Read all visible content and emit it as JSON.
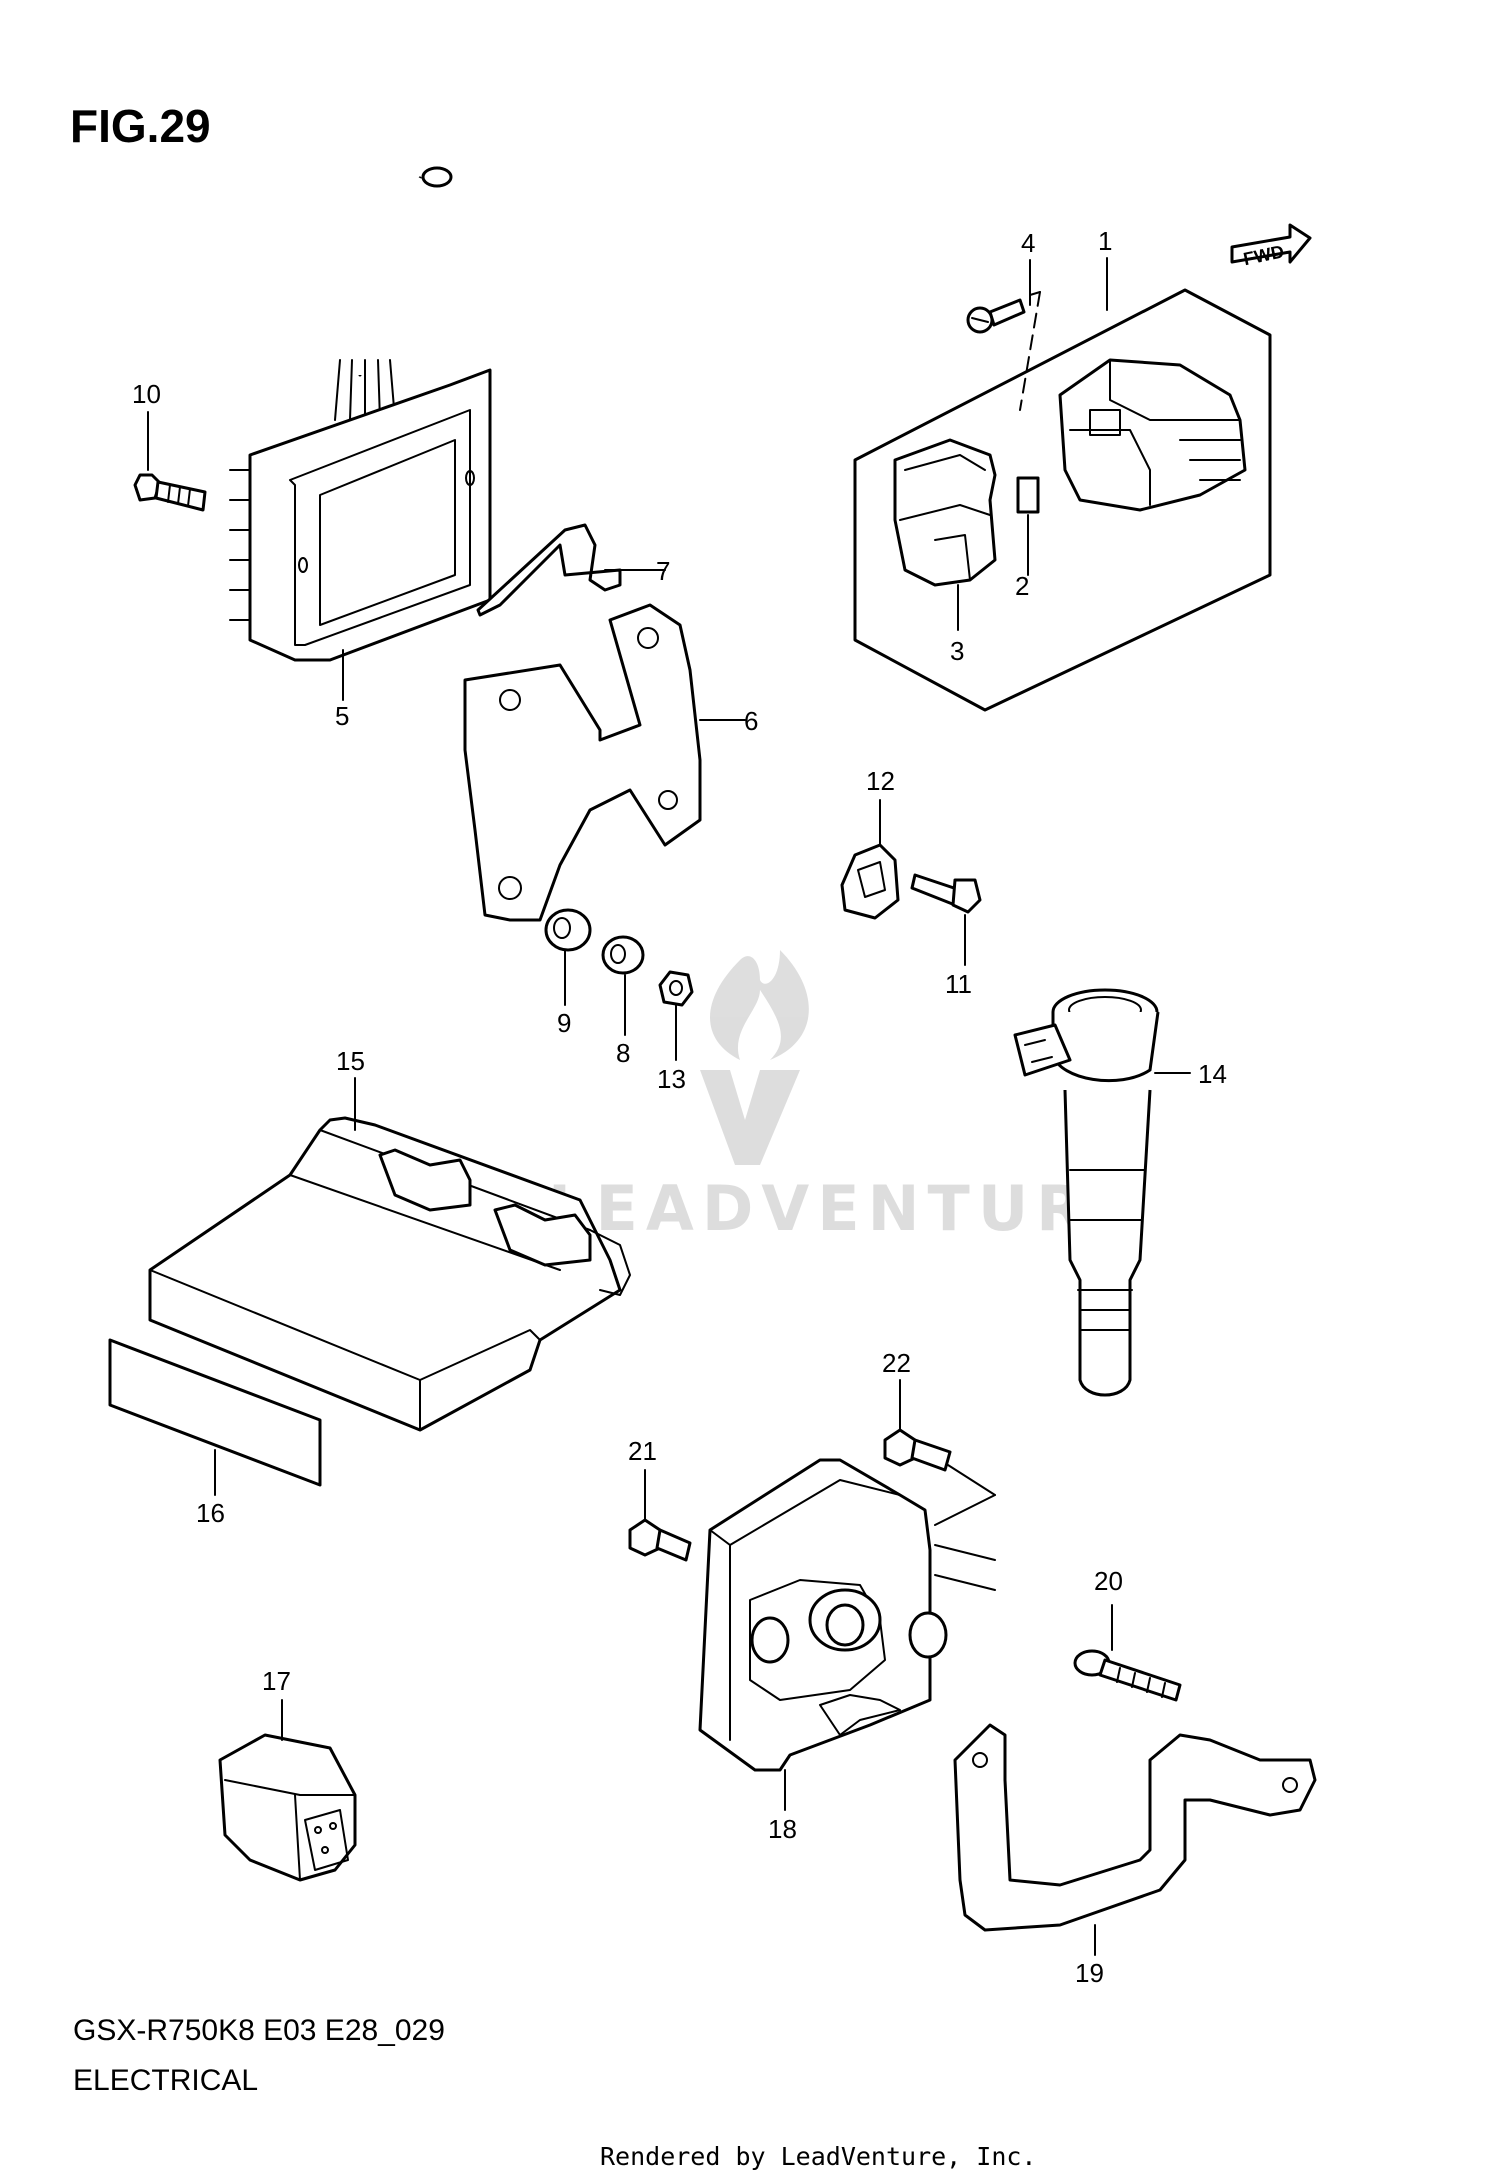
{
  "figure": {
    "title": "FIG.29"
  },
  "direction_tag": "FWD",
  "callouts": [
    "1",
    "2",
    "3",
    "4",
    "5",
    "6",
    "7",
    "8",
    "9",
    "10",
    "11",
    "12",
    "13",
    "14",
    "15",
    "16",
    "17",
    "18",
    "19",
    "20",
    "21",
    "22"
  ],
  "footer": {
    "model_code": "GSX-R750K8 E03 E28_029",
    "section": "ELECTRICAL",
    "rendered_by": "Rendered by LeadVenture, Inc."
  },
  "watermark": "LEADVENTURE"
}
